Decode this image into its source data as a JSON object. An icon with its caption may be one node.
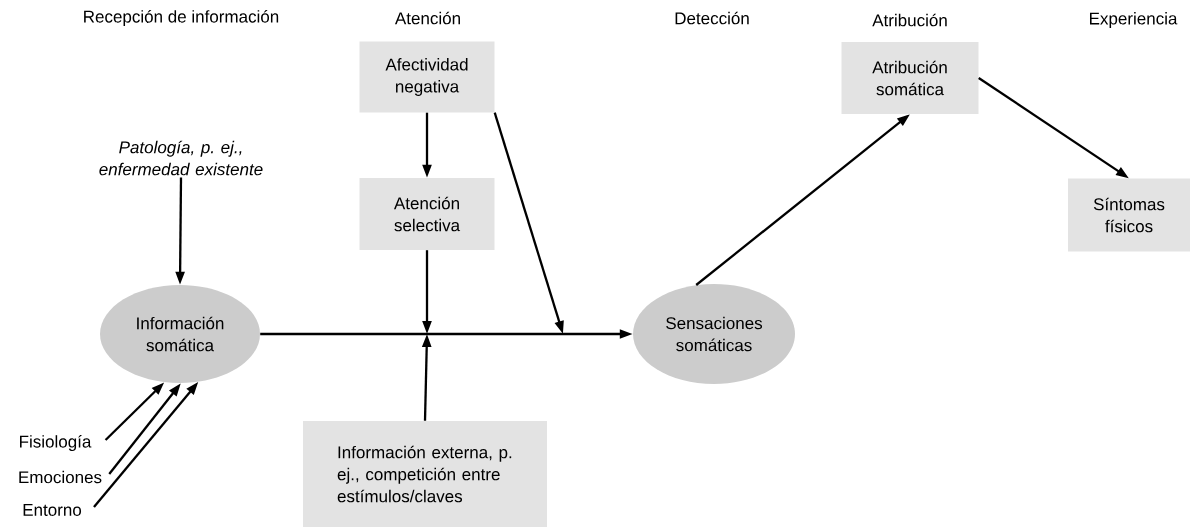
{
  "diagram": {
    "nodes": [
      {
        "text": [
          "Afectividad negativa"
        ]
      },
      {
        "text": [
          "Atribución somática"
        ]
      },
      {
        "text": [
          "Patología, p. ej., enfermedad existente"
        ]
      },
      {
        "text": [
          "Atención selectiva"
        ]
      },
      {
        "text": [
          "Síntomas físicos"
        ]
      },
      {
        "text": [
          "Información somática"
        ]
      },
      {
        "text": [
          "Sensaciones somáticas"
        ]
      },
      {
        "text": [
          "Fisiología"
        ]
      },
      {
        "text": [
          "Emociones"
        ]
      },
      {
        "text": [
          "Entorno"
        ]
      },
      {
        "text": [
          "Información externa, p. ej., competición entre estímulos/claves"
        ]
      }
    ],
    "edges": [
      {
        "from": 0,
        "to": 3,
        "arrow": "to"
      },
      {
        "from": 0,
        "to": null,
        "arrow": "to"
      },
      {
        "from": 2,
        "to": 5,
        "arrow": "to"
      },
      {
        "from": 3,
        "to": null,
        "arrow": "to"
      },
      {
        "from": 10,
        "to": null,
        "arrow": "to"
      },
      {
        "from": 5,
        "to": 6,
        "arrow": "to"
      },
      {
        "from": 6,
        "to": 1,
        "arrow": "to"
      },
      {
        "from": 1,
        "to": 4,
        "arrow": "to"
      },
      {
        "from": 7,
        "to": 5,
        "arrow": "to"
      },
      {
        "from": 8,
        "to": 5,
        "arrow": "to"
      },
      {
        "from": 9,
        "to": 5,
        "arrow": "to"
      }
    ],
    "labels": [
      "Recepción de información",
      "Atención",
      "Detección",
      "Atribución",
      "Experiencia"
    ]
  }
}
